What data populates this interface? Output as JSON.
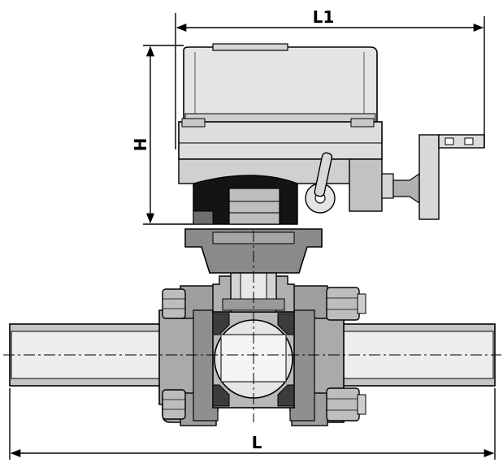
{
  "dimensions": {
    "overall_length_label": "L",
    "actuator_length_label": "L1",
    "actuator_height_label": "H"
  },
  "colors": {
    "line": "#000000",
    "body_fill": "#b8b8b8",
    "body_dark": "#6e6e6e",
    "pipe_fill": "#c6c6c6",
    "actuator_fill": "#e4e4e4",
    "actuator_shade": "#cfcfcf",
    "black_collar": "#141414",
    "ball_fill": "#e6e6e6",
    "background": "#ffffff"
  }
}
